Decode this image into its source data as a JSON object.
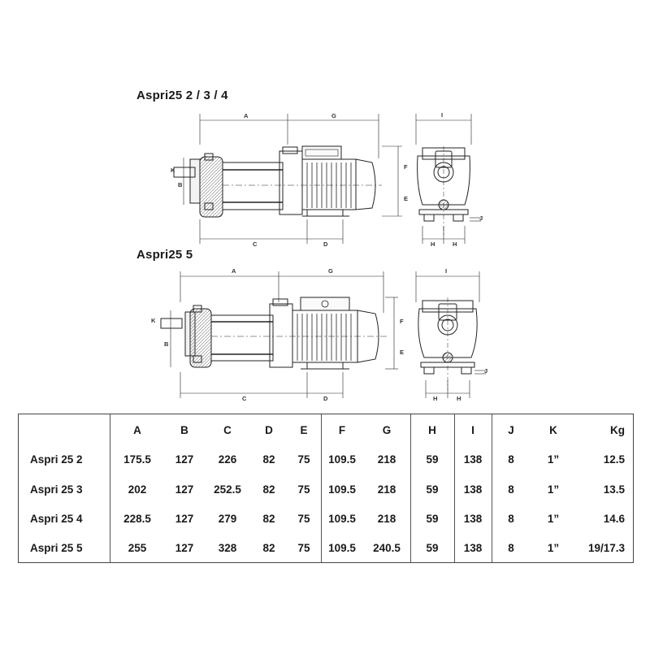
{
  "titles": {
    "top": "Aspri25 2 / 3 / 4",
    "bottom": "Aspri25 5"
  },
  "dimension_labels": {
    "A": "A",
    "B": "B",
    "C": "C",
    "D": "D",
    "E": "E",
    "F": "F",
    "G": "G",
    "H": "H",
    "I": "I",
    "J": "J",
    "K": "K"
  },
  "table": {
    "headers": [
      "",
      "A",
      "B",
      "C",
      "D",
      "E",
      "F",
      "G",
      "H",
      "I",
      "J",
      "K",
      "Kg"
    ],
    "rows": [
      [
        "Aspri 25 2",
        "175.5",
        "127",
        "226",
        "82",
        "75",
        "109.5",
        "218",
        "59",
        "138",
        "8",
        "1”",
        "12.5"
      ],
      [
        "Aspri 25 3",
        "202",
        "127",
        "252.5",
        "82",
        "75",
        "109.5",
        "218",
        "59",
        "138",
        "8",
        "1”",
        "13.5"
      ],
      [
        "Aspri 25 4",
        "228.5",
        "127",
        "279",
        "82",
        "75",
        "109.5",
        "218",
        "59",
        "138",
        "8",
        "1”",
        "14.6"
      ],
      [
        "Aspri 25 5",
        "255",
        "127",
        "328",
        "82",
        "75",
        "109.5",
        "240.5",
        "59",
        "138",
        "8",
        "1”",
        "19/17.3"
      ]
    ]
  }
}
